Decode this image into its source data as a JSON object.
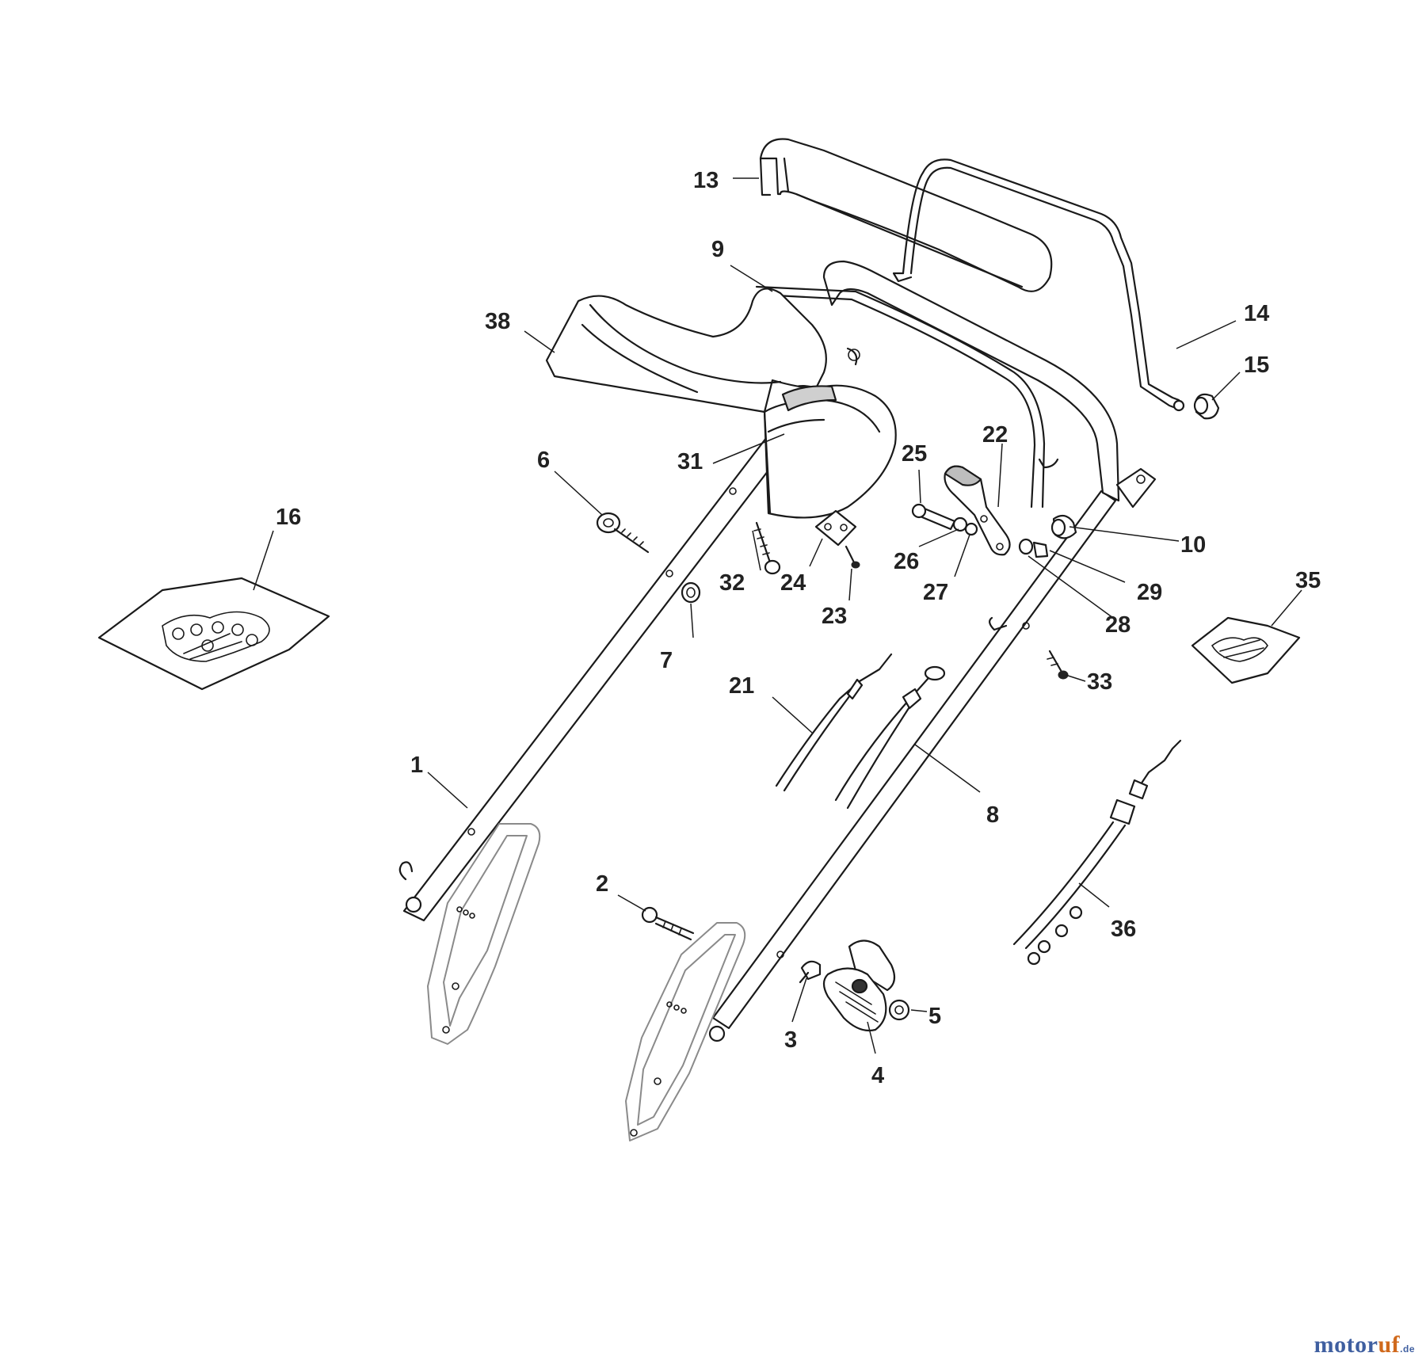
{
  "callouts": {
    "p1": "1",
    "p2": "2",
    "p3": "3",
    "p4": "4",
    "p5": "5",
    "p6": "6",
    "p7": "7",
    "p8": "8",
    "p9": "9",
    "p10": "10",
    "p13": "13",
    "p14": "14",
    "p15": "15",
    "p16": "16",
    "p21": "21",
    "p22": "22",
    "p23": "23",
    "p24": "24",
    "p25": "25",
    "p26": "26",
    "p27": "27",
    "p28": "28",
    "p29": "29",
    "p31": "31",
    "p32": "32",
    "p33": "33",
    "p35": "35",
    "p36": "36",
    "p38": "38"
  },
  "watermark": {
    "main": "motor",
    "accent": "uf",
    "suffix": ".de"
  },
  "colors": {
    "line": "#1a1a1a",
    "watermark_blue": "#3f5fa0",
    "watermark_orange": "#d0691c"
  }
}
